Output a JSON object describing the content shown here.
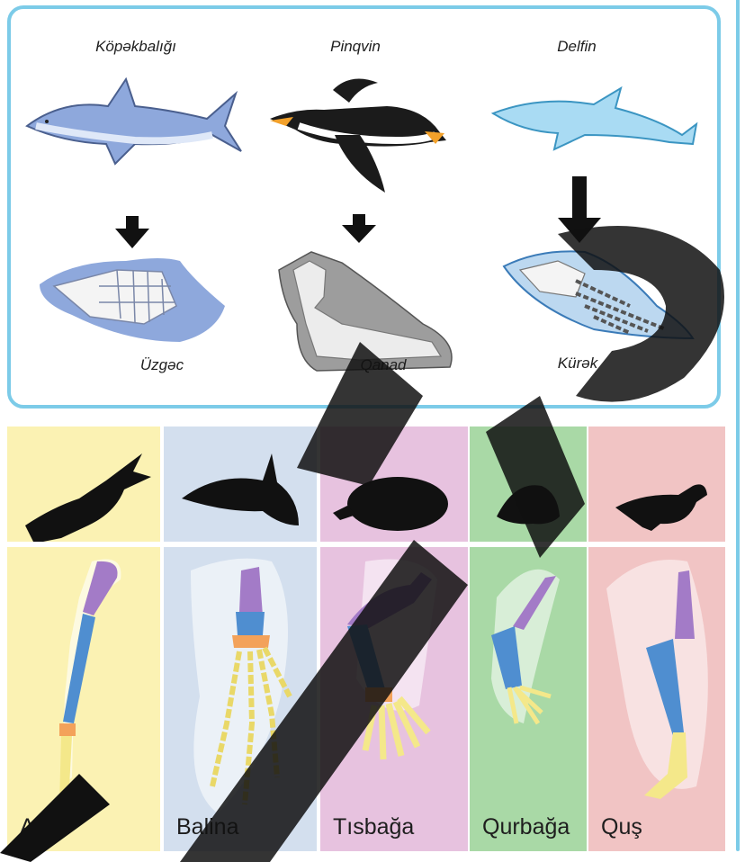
{
  "top_panel": {
    "animals": [
      {
        "name": "Köpəkbalığı",
        "icon": "shark-icon"
      },
      {
        "name": "Pinqvin",
        "icon": "penguin-icon"
      },
      {
        "name": "Delfin",
        "icon": "dolphin-icon"
      }
    ],
    "parts": [
      {
        "name": "Üzgəc"
      },
      {
        "name": "Qanad"
      },
      {
        "name": "Kürək"
      }
    ],
    "colors": {
      "frame": "#7ccbe8",
      "shark": "#8ea8dc",
      "dolphin": "#a9dbf3",
      "penguin": "#1b1b1b"
    }
  },
  "bottom_panel": {
    "columns": [
      {
        "label": "At",
        "icon": "horse-icon",
        "bg": "#fbf2b3"
      },
      {
        "label": "Balina",
        "icon": "killer-whale-icon",
        "bg": "#d3dfee"
      },
      {
        "label": "Tısbağa",
        "icon": "turtle-icon",
        "bg": "#e7c2df"
      },
      {
        "label": "Qurbağa",
        "icon": "frog-icon",
        "bg": "#a9d9a6"
      },
      {
        "label": "Quş",
        "icon": "bird-icon",
        "bg": "#f1c4c4"
      }
    ],
    "bone_colors": {
      "humerus": "#a37bc7",
      "radius_ulna": "#4f8ed0",
      "carpals": "#f3a25a",
      "digits": "#f4e88a"
    }
  }
}
